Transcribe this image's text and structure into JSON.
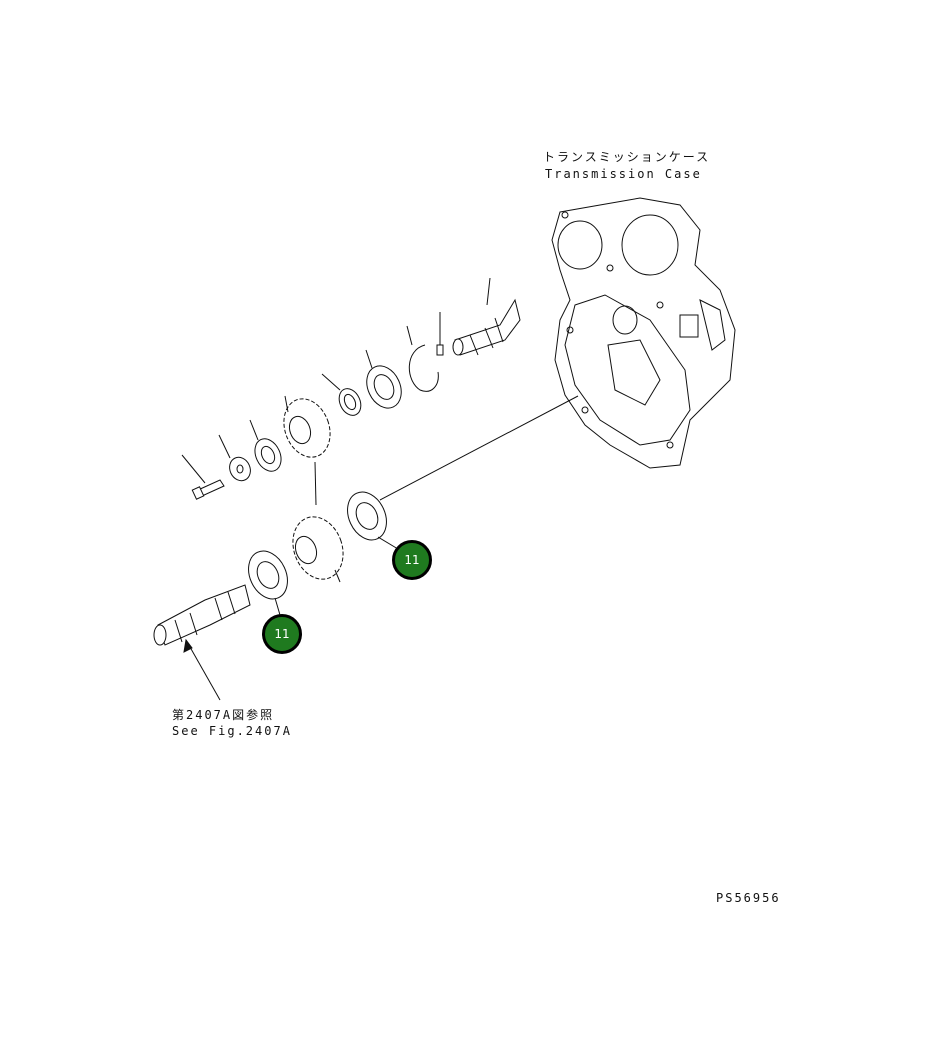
{
  "labels": {
    "case_jp": "トランスミッションケース",
    "case_en": "Transmission Case",
    "ref_jp": "第2407A図参照",
    "ref_en": "See Fig.2407A",
    "drawing_no": "PS56956"
  },
  "callouts": [
    {
      "number": "11"
    },
    {
      "number": "11"
    }
  ],
  "colors": {
    "callout_fill": "#1f7a1f",
    "callout_border": "#000000"
  }
}
